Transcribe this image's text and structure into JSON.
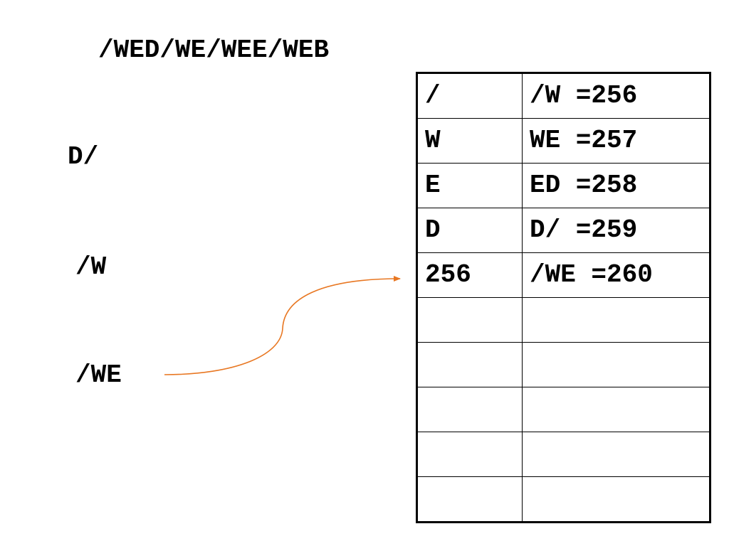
{
  "input_string": "/WED/WE/WEE/WEB",
  "steps": [
    "D/",
    "/W",
    "/WE"
  ],
  "table": {
    "rows": [
      [
        "/",
        "/W =256"
      ],
      [
        "W",
        "WE =257"
      ],
      [
        "E",
        "ED =258"
      ],
      [
        "D",
        "D/ =259"
      ],
      [
        "256",
        "/WE =260"
      ],
      [
        "",
        ""
      ],
      [
        "",
        ""
      ],
      [
        "",
        ""
      ],
      [
        "",
        ""
      ],
      [
        "",
        ""
      ]
    ]
  },
  "arrow": {
    "color": "#E87722",
    "from": "steps.2",
    "to": "table.rows.4"
  }
}
